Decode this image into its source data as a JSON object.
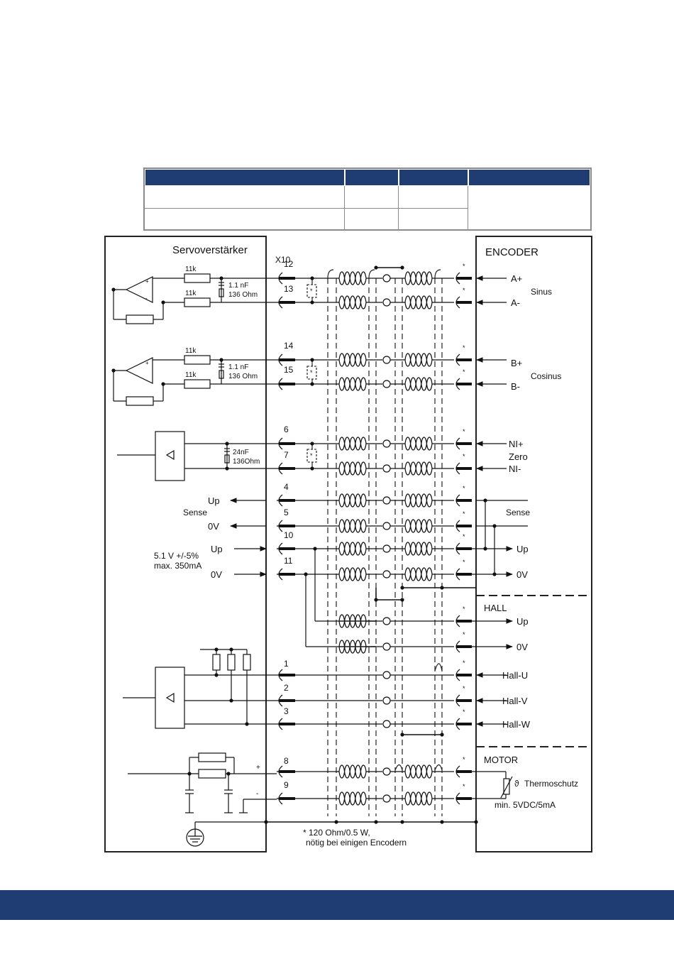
{
  "amplifier": {
    "title": "Servoverstärker",
    "connector": "X10",
    "resistor_11k": "11k",
    "cap_1nf": "1.1 nF",
    "res_136": "136 Ohm",
    "cap_24nf": "24nF",
    "res_136_zero": "136Ohm",
    "pins": [
      "12",
      "13",
      "14",
      "15",
      "6",
      "7",
      "4",
      "5",
      "10",
      "11",
      "1",
      "2",
      "3",
      "8",
      "9"
    ],
    "sense_up": "Up",
    "sense_label": "Sense",
    "sense_0v": "0V",
    "supply_up": "Up",
    "supply_note_1": "5.1 V +/-5%",
    "supply_note_2": "max. 350mA",
    "supply_0v": "0V",
    "plus": "+",
    "minus": "-"
  },
  "encoder": {
    "title": "ENCODER",
    "a_plus": "A+",
    "a_minus": "A-",
    "sinus": "Sinus",
    "b_plus": "B+",
    "b_minus": "B-",
    "cosinus": "Cosinus",
    "ni_plus": "NI+",
    "zero": "Zero",
    "ni_minus": "NI-",
    "sense": "Sense",
    "up": "Up",
    "zero_v": "0V"
  },
  "hall": {
    "title": "HALL",
    "up": "Up",
    "zero_v": "0V",
    "u": "Hall-U",
    "v": "Hall-V",
    "w": "Hall-W"
  },
  "motor": {
    "title": "MOTOR",
    "theta": "ϑ",
    "thermo": "Thermoschutz",
    "spec": "min. 5VDC/5mA"
  },
  "notes": {
    "star": "*",
    "line1": "* 120 Ohm/0.5 W,",
    "line2": "nötig bei einigen Encodern"
  },
  "colors": {
    "header_blue": "#1f3d73",
    "table_border": "#8a8a8a"
  }
}
